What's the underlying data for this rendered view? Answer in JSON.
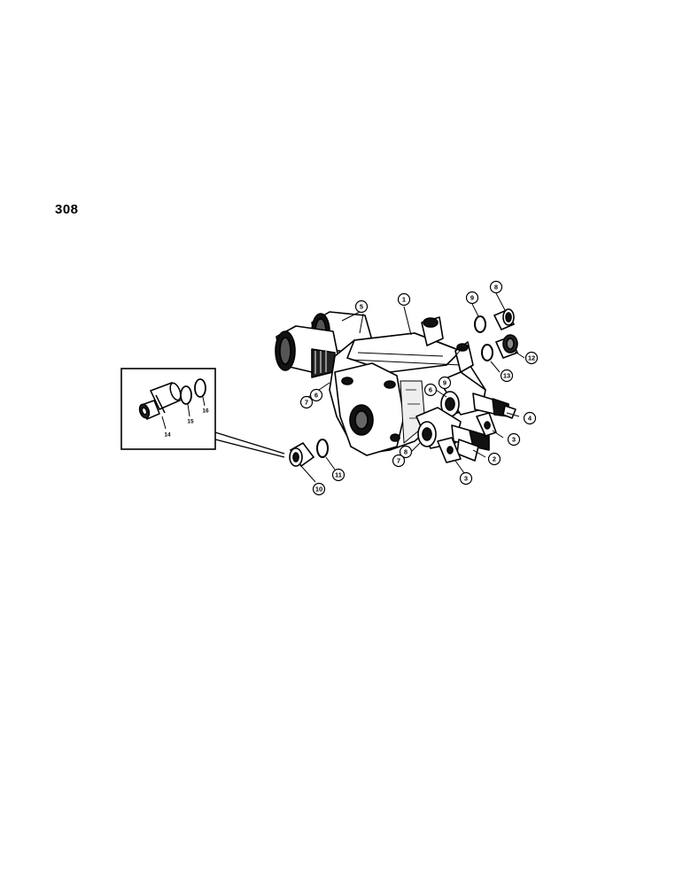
{
  "page": {
    "number": "308"
  },
  "callouts": [
    {
      "id": "c1",
      "label": "1"
    },
    {
      "id": "c9a",
      "label": "9"
    },
    {
      "id": "c8a",
      "label": "8"
    },
    {
      "id": "c5",
      "label": "5"
    },
    {
      "id": "c12",
      "label": "12"
    },
    {
      "id": "c13",
      "label": "13"
    },
    {
      "id": "c9b",
      "label": "9"
    },
    {
      "id": "c6a",
      "label": "6"
    },
    {
      "id": "c4",
      "label": "4"
    },
    {
      "id": "c3a",
      "label": "3"
    },
    {
      "id": "c2",
      "label": "2"
    },
    {
      "id": "c3b",
      "label": "3"
    },
    {
      "id": "c6b",
      "label": "6"
    },
    {
      "id": "c7a",
      "label": "7"
    },
    {
      "id": "c8b",
      "label": "8"
    },
    {
      "id": "c7b",
      "label": "7"
    },
    {
      "id": "c11",
      "label": "11"
    },
    {
      "id": "c10",
      "label": "10"
    }
  ],
  "inset": {
    "labels": [
      {
        "id": "i14",
        "label": "14"
      },
      {
        "id": "i15",
        "label": "15"
      },
      {
        "id": "i16",
        "label": "16"
      }
    ]
  }
}
